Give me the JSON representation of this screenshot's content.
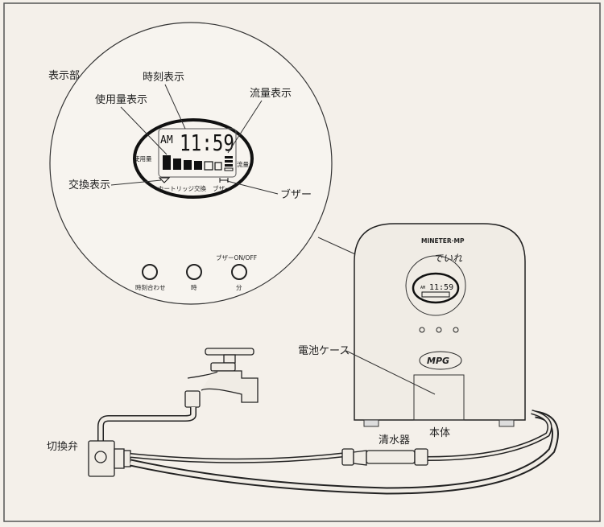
{
  "labels": {
    "display_section": "表示部",
    "time_display": "時刻表示",
    "usage_display": "使用量表示",
    "flow_display": "流量表示",
    "replace_display": "交換表示",
    "buzzer": "ブザー",
    "battery_case": "電池ケース",
    "main_unit": "本体",
    "switch_valve": "切換弁",
    "water_purifier": "清水器"
  },
  "lcd": {
    "ampm": "AM",
    "time": "11:59",
    "usage_small": "使用量",
    "flow_small": "流量",
    "cartridge_small": "カートリッジ交換",
    "buzzer_small": "ブザー"
  },
  "buttons": {
    "buzzer_toggle": "ブザーON/OFF",
    "set_time": "時刻合わせ",
    "hour": "時",
    "minute": "分"
  },
  "device": {
    "model": "MINETER·MP",
    "brand": "MPG",
    "handwriting": "でいれ",
    "mini_time": "11:59",
    "mini_ampm": "AM"
  }
}
